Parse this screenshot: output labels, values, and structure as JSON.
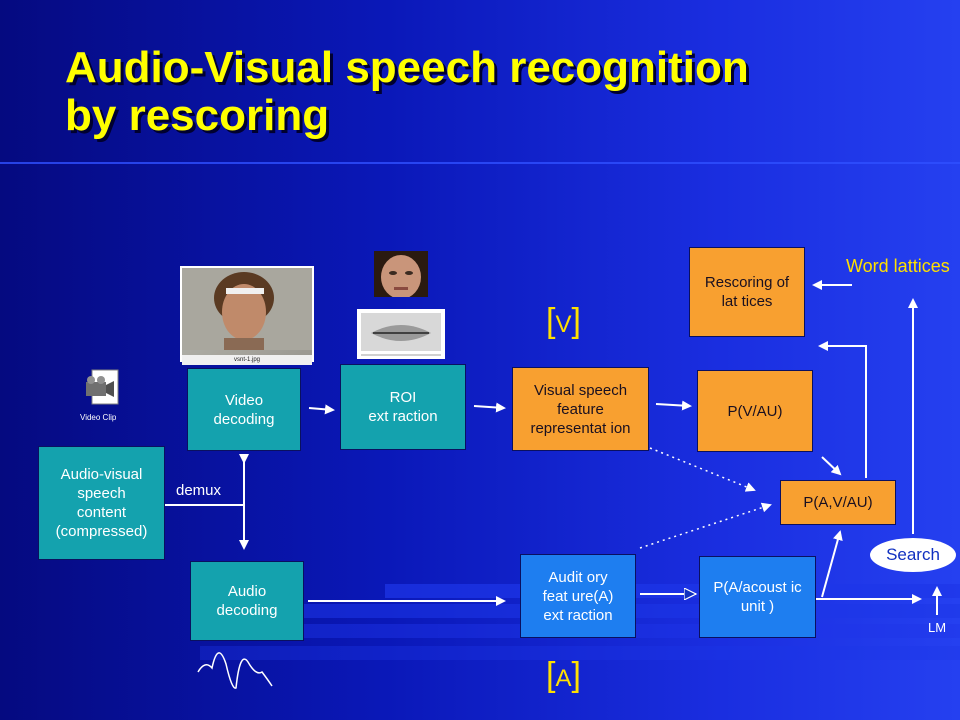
{
  "slide": {
    "title_line1": "Audio-Visual speech recognition",
    "title_line2": "by rescoring"
  },
  "images": {
    "video_clip_caption": "Video Clip",
    "frame_caption": "vsnt-1.jpg"
  },
  "diagram": {
    "nodes": {
      "content": [
        "Audio-visual",
        "speech",
        "content",
        "(compressed)"
      ],
      "video_decoding": [
        "Video",
        "decoding"
      ],
      "audio_decoding": [
        "Audio",
        "decoding"
      ],
      "roi": [
        "ROI",
        "ext raction"
      ],
      "visual_feature": [
        "Visual speech",
        "feature",
        "representat ion"
      ],
      "auditory_feature": [
        "Audit ory",
        "feat ure(A)",
        "ext raction"
      ],
      "p_v_au": [
        "P(V/AU)"
      ],
      "p_a_acoustic": [
        "P(A/acoust ic",
        "unit )"
      ],
      "p_avau": [
        "P(A,V/AU)"
      ],
      "rescoring": [
        "Rescoring of",
        "lat tices"
      ],
      "search": "Search"
    },
    "labels": {
      "demux": "demux",
      "word_lattices": "Word lattices",
      "lm": "LM",
      "bracket_v": "V",
      "bracket_a": "A"
    },
    "colors": {
      "teal": "#14a2ae",
      "orange": "#f8a030",
      "blue": "#1e7ef0",
      "title": "#ffff00"
    }
  }
}
